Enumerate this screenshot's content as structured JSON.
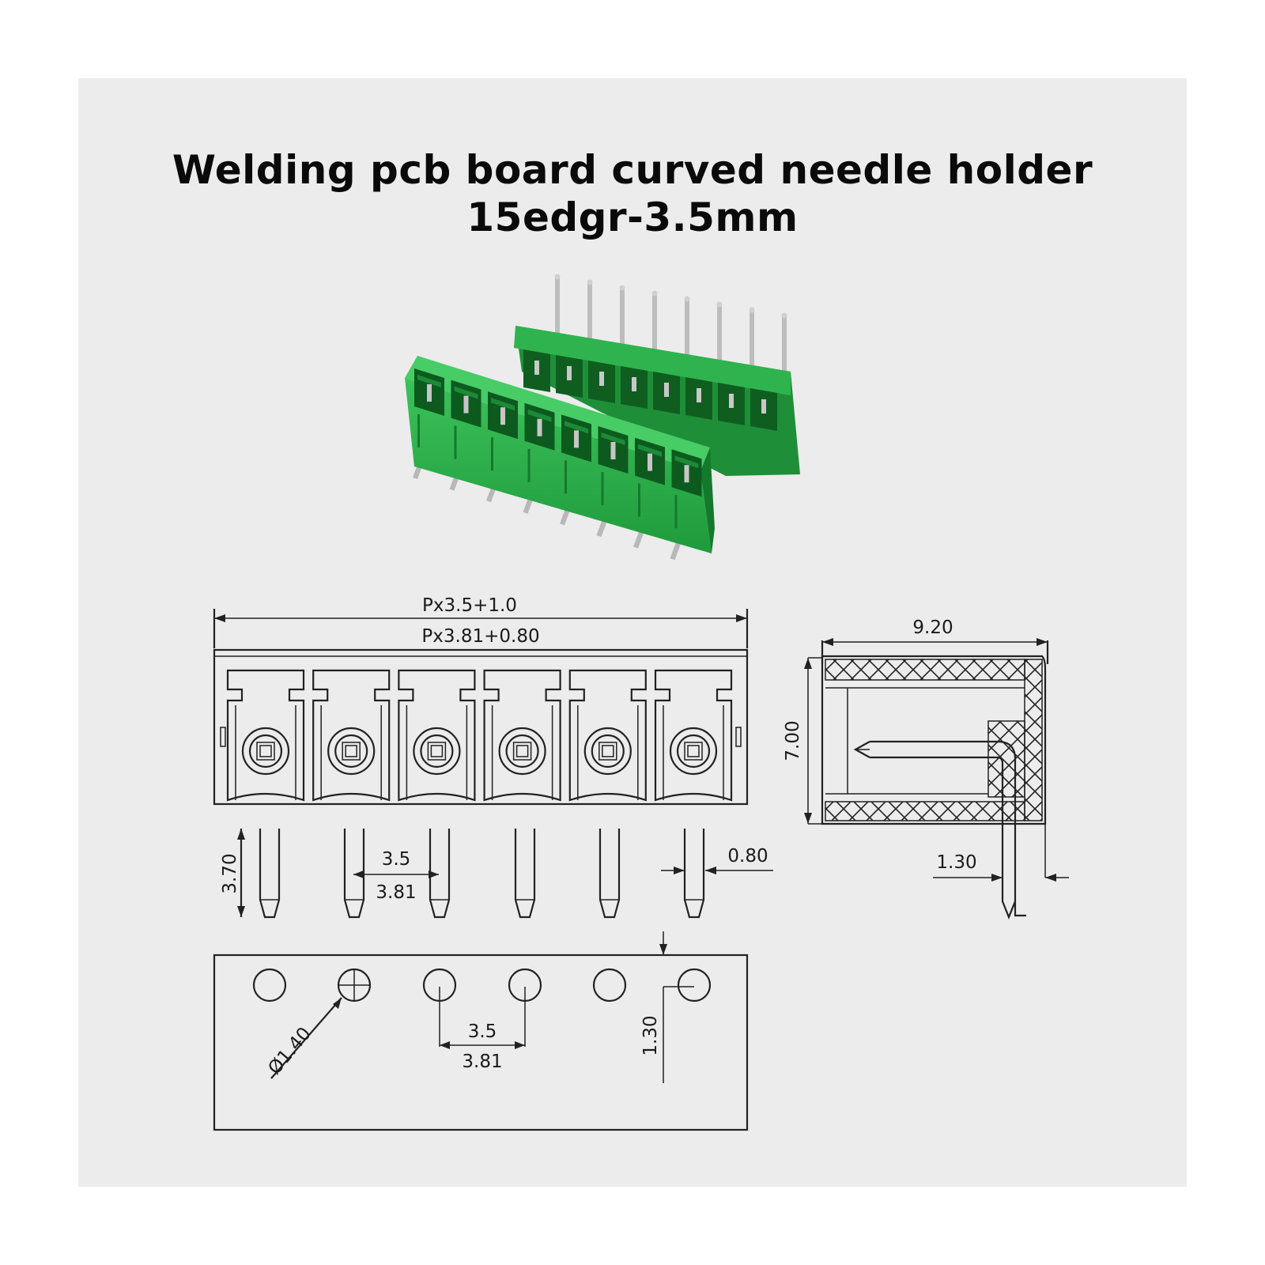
{
  "title": {
    "line1": "Welding pcb board curved needle holder",
    "line2": "15edgr-3.5mm"
  },
  "colors": {
    "background": "#ececec",
    "connector_green": "#26a845",
    "connector_dark": "#127a2a",
    "line": "#222222"
  },
  "dimensions": {
    "overall_a": "Px3.5+1.0",
    "overall_b": "Px3.81+0.80",
    "pin_length": "3.70",
    "pitch_a": "3.5",
    "pitch_b": "3.81",
    "pin_width": "0.80",
    "side_depth": "9.20",
    "side_height": "7.00",
    "side_offset": "1.30",
    "hole_diameter": "Ø1.40",
    "foot_pitch_a": "3.5",
    "foot_pitch_b": "3.81",
    "foot_offset": "1.30"
  }
}
